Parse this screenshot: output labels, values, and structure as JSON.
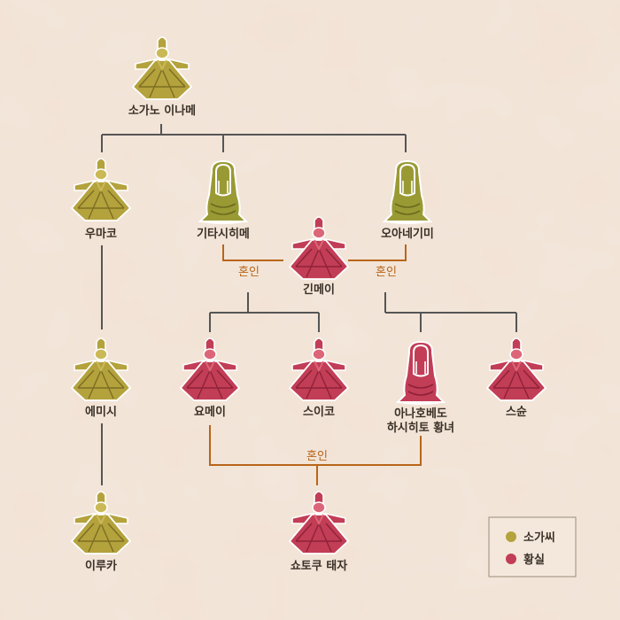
{
  "colors": {
    "background": "#f1e2d4",
    "soga": "#b4a23d",
    "soga_light": "#cbb957",
    "soga_dark": "#7d6e22",
    "royal": "#c23d56",
    "royal_light": "#dc6678",
    "royal_dark": "#8e2238",
    "female_soga": "#9a9a35",
    "female_soga_dark": "#6b6b1f",
    "line_gray": "#555555",
    "marriage_line": "#b8651a",
    "name_text": "#3a3026"
  },
  "people": {
    "inaname": {
      "name": "소가노 이나메",
      "family": "soga",
      "gender": "male"
    },
    "umako": {
      "name": "우마코",
      "family": "soga",
      "gender": "male"
    },
    "kitashihime": {
      "name": "기타시히메",
      "family": "soga",
      "gender": "female"
    },
    "oanegimi": {
      "name": "오아네기미",
      "family": "soga",
      "gender": "female"
    },
    "kinmei": {
      "name": "긴메이",
      "family": "royal",
      "gender": "male"
    },
    "emishi": {
      "name": "에미시",
      "family": "soga",
      "gender": "male"
    },
    "yomei": {
      "name": "요메이",
      "family": "royal",
      "gender": "male"
    },
    "suiko": {
      "name": "스이코",
      "family": "royal",
      "gender": "male"
    },
    "anahobe": {
      "name_line1": "아나호베도",
      "name_line2": "하시히토 황녀",
      "family": "royal",
      "gender": "female"
    },
    "sushun": {
      "name": "스슌",
      "family": "royal",
      "gender": "male"
    },
    "iruka": {
      "name": "이루카",
      "family": "soga",
      "gender": "male"
    },
    "shotoku": {
      "name": "쇼토쿠 태자",
      "family": "royal",
      "gender": "male"
    }
  },
  "marriages": {
    "m1": "혼인",
    "m2": "혼인",
    "m3": "혼인"
  },
  "legend": {
    "soga_label": "소가씨",
    "royal_label": "황실"
  }
}
